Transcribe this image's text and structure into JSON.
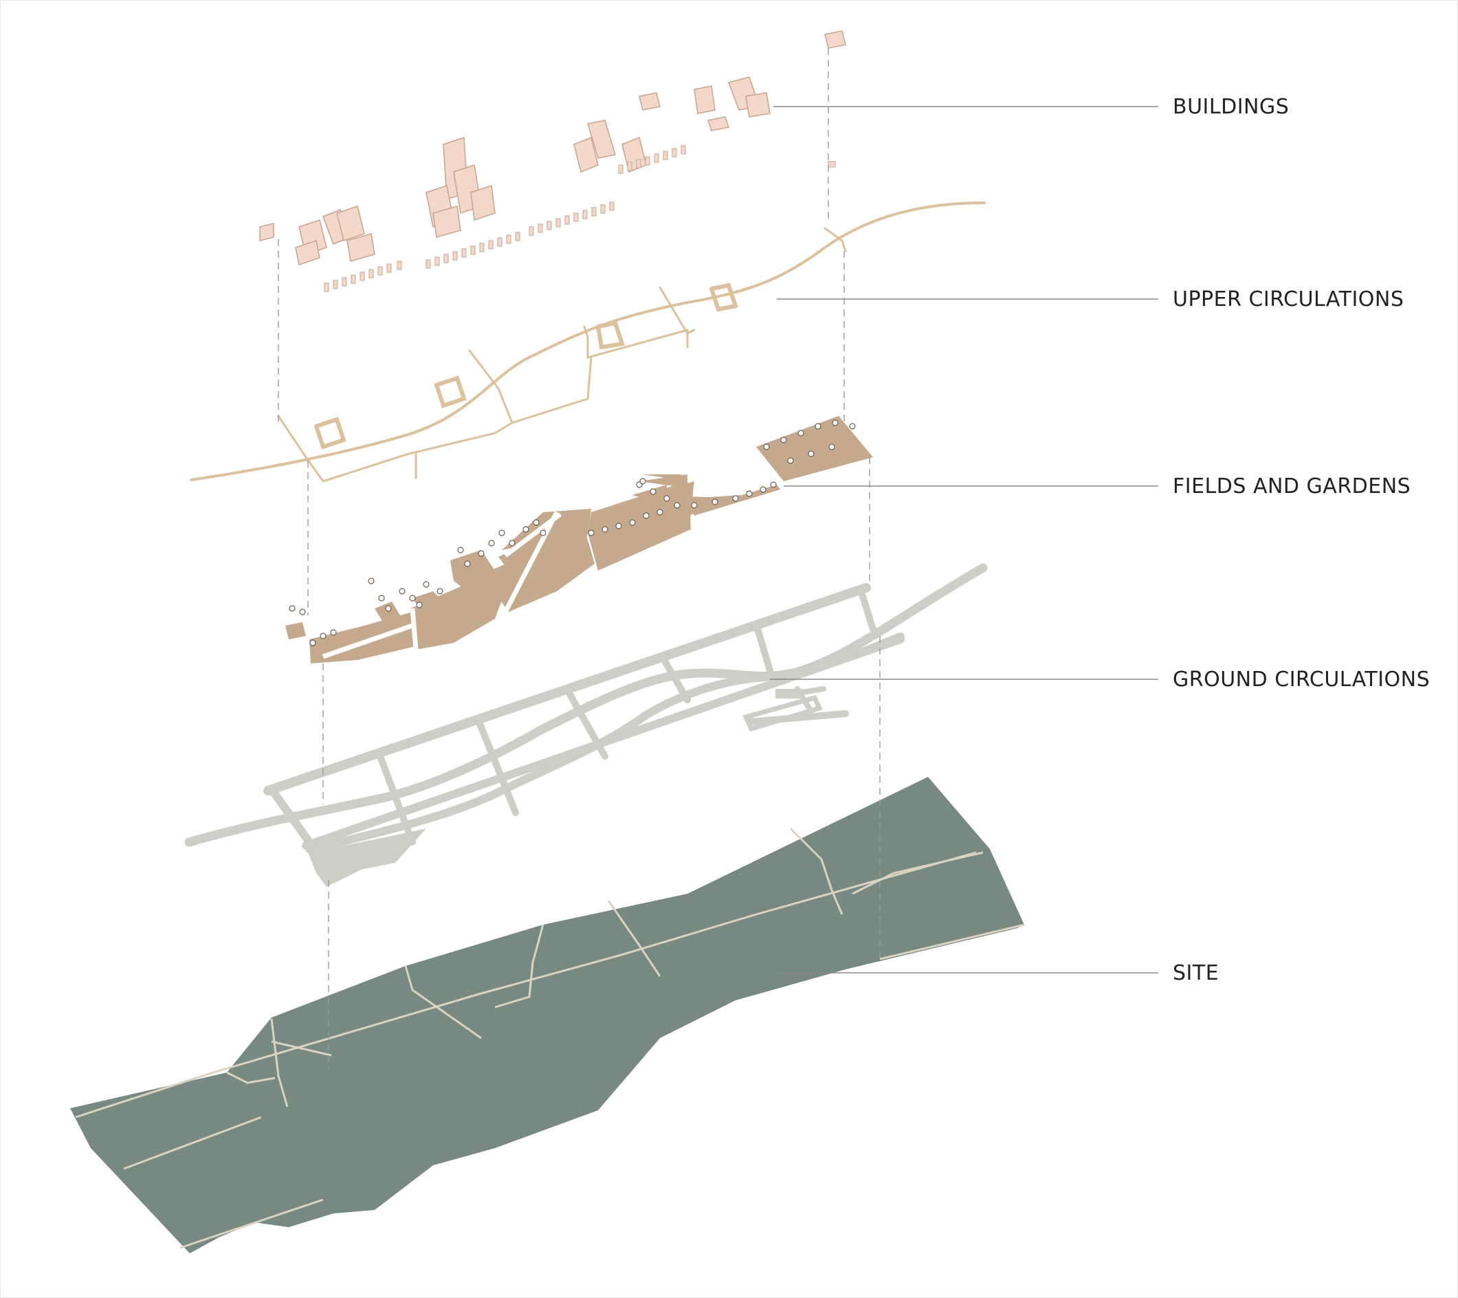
{
  "layers": [
    {
      "id": "buildings",
      "label": "BUILDINGS"
    },
    {
      "id": "upper",
      "label": "UPPER CIRCULATIONS"
    },
    {
      "id": "fields",
      "label": "FIELDS AND GARDENS"
    },
    {
      "id": "ground",
      "label": "GROUND CIRCULATIONS"
    },
    {
      "id": "site",
      "label": "SITE"
    }
  ],
  "colors": {
    "buildings": "#f3d7c8",
    "buildings_stroke": "#c9a48f",
    "upper": "#dcc19a",
    "fields": "#c4a98c",
    "ground": "#cccfc6",
    "site": "#768a82",
    "site_paths": "#d9d3bf"
  }
}
